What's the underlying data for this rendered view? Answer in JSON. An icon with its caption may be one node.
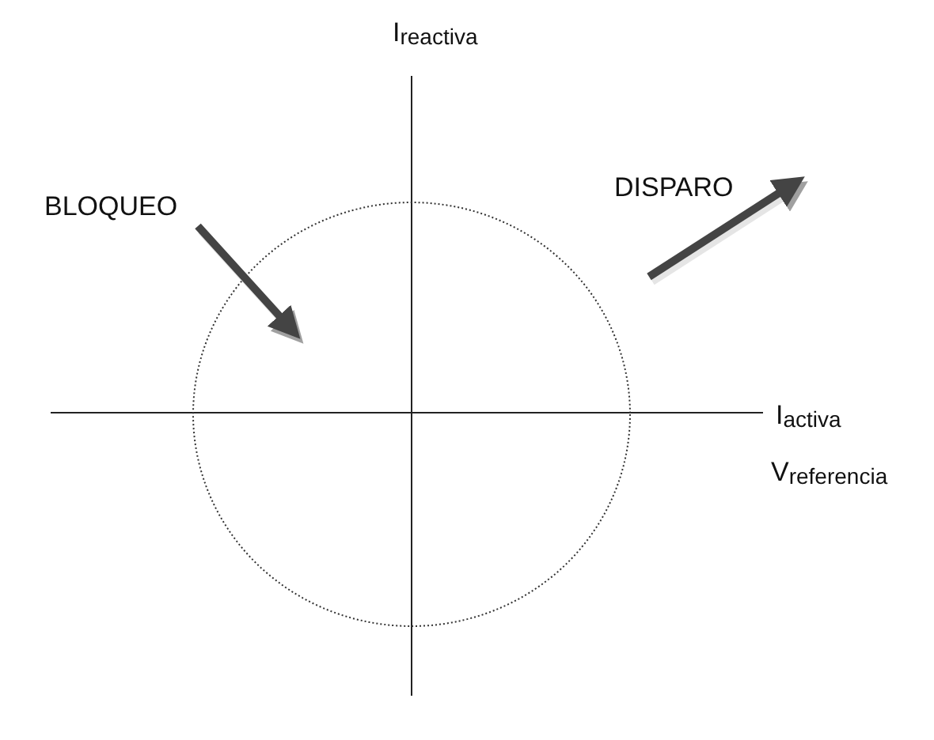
{
  "diagram": {
    "labels": [
      "I$_{reactiva}$",
      "BLOQUEO",
      "DISPARO",
      "I$_{activa}$",
      "V$_{referencia}$"
    ]
  }
}
